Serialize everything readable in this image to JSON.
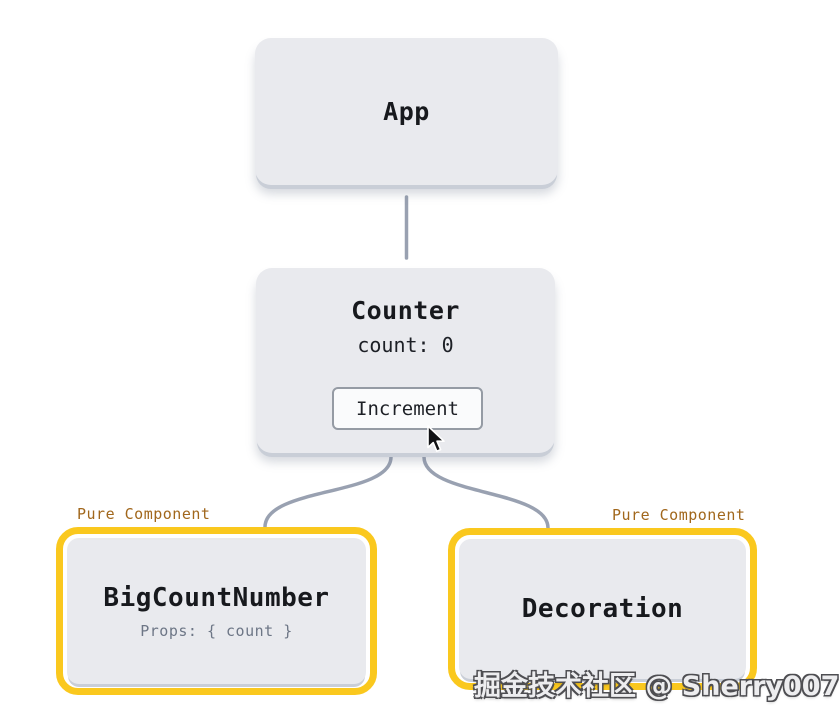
{
  "nodes": {
    "app": {
      "title": "App"
    },
    "counter": {
      "title": "Counter",
      "state_line": "count: 0",
      "button_label": "Increment"
    },
    "big_count_number": {
      "badge": "Pure Component",
      "title": "BigCountNumber",
      "props_line": "Props: { count }"
    },
    "decoration": {
      "badge": "Pure Component",
      "title": "Decoration"
    }
  },
  "watermark": "掘金技术社区 @ Sherry007",
  "colors": {
    "node_fill": "#e9eaee",
    "node_edge": "#c9ced7",
    "connector": "#99a1b1",
    "pure_border": "#fac81e",
    "pure_label_text": "#a1671c",
    "title_text": "#17191d",
    "muted_text": "#6d7686",
    "button_bg": "#fafbfc",
    "button_border": "#959ba4",
    "watermark_text": "#ededef"
  }
}
